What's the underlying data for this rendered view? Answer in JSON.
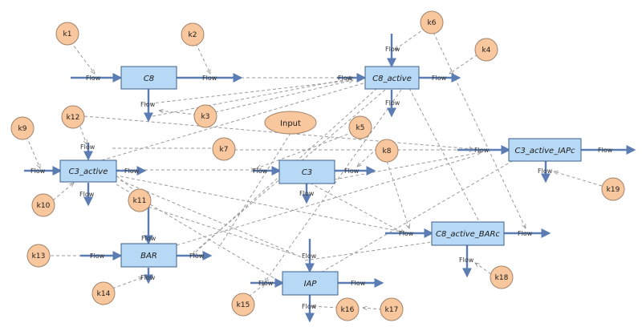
{
  "colors": {
    "stock_fill": "#b8d9f5",
    "stock_stroke": "#3a5f8a",
    "param_fill": "#f9c79e",
    "param_stroke": "#a0836a",
    "flow_arrow": "#5b7db3",
    "link_line": "#9a9a9a"
  },
  "stocks": [
    {
      "id": "C8",
      "label": "C8"
    },
    {
      "id": "C8_active",
      "label": "C8_active"
    },
    {
      "id": "C3_active",
      "label": "C3_active"
    },
    {
      "id": "C3",
      "label": "C3"
    },
    {
      "id": "C3_active_IAPc",
      "label": "C3_active_IAPc"
    },
    {
      "id": "C8_active_BARc",
      "label": "C8_active_BARc"
    },
    {
      "id": "BAR",
      "label": "BAR"
    },
    {
      "id": "IAP",
      "label": "IAP"
    }
  ],
  "parameters": [
    {
      "id": "k1",
      "label": "k1"
    },
    {
      "id": "k2",
      "label": "k2"
    },
    {
      "id": "k3",
      "label": "k3"
    },
    {
      "id": "k4",
      "label": "k4"
    },
    {
      "id": "k5",
      "label": "k5"
    },
    {
      "id": "k6",
      "label": "k6"
    },
    {
      "id": "k7",
      "label": "k7"
    },
    {
      "id": "k8",
      "label": "k8"
    },
    {
      "id": "k9",
      "label": "k9"
    },
    {
      "id": "k10",
      "label": "k10"
    },
    {
      "id": "k11",
      "label": "k11"
    },
    {
      "id": "k12",
      "label": "k12"
    },
    {
      "id": "k13",
      "label": "k13"
    },
    {
      "id": "k14",
      "label": "k14"
    },
    {
      "id": "k15",
      "label": "k15"
    },
    {
      "id": "k16",
      "label": "k16"
    },
    {
      "id": "k17",
      "label": "k17"
    },
    {
      "id": "k18",
      "label": "k18"
    },
    {
      "id": "k19",
      "label": "k19"
    }
  ],
  "input_node": {
    "label": "Input"
  },
  "flow_label": "Flow"
}
